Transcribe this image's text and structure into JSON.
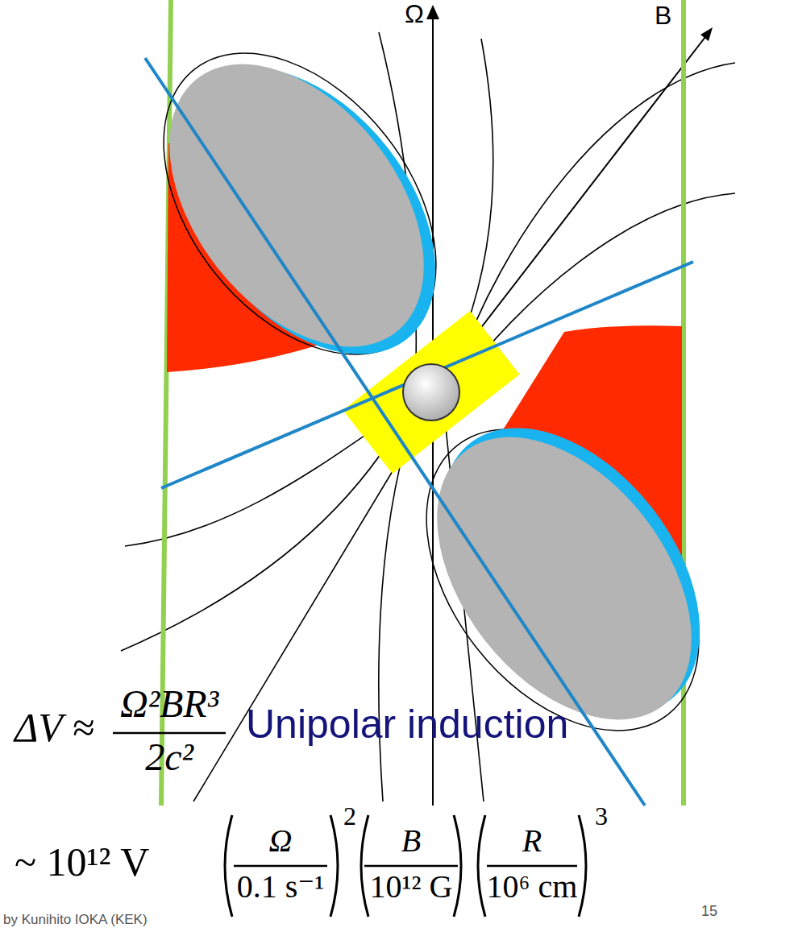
{
  "diagram": {
    "labels": [
      "Ω",
      "B",
      "ΔV ≈",
      "Ω²BR³",
      "2c²",
      "Unipolar induction",
      "~ 10¹² V",
      "Ω",
      "0.1 s⁻¹",
      "2",
      "B",
      "10¹² G",
      "R",
      "10⁶ cm",
      "3",
      "by Kunihito IOKA (KEK)",
      "15"
    ]
  }
}
